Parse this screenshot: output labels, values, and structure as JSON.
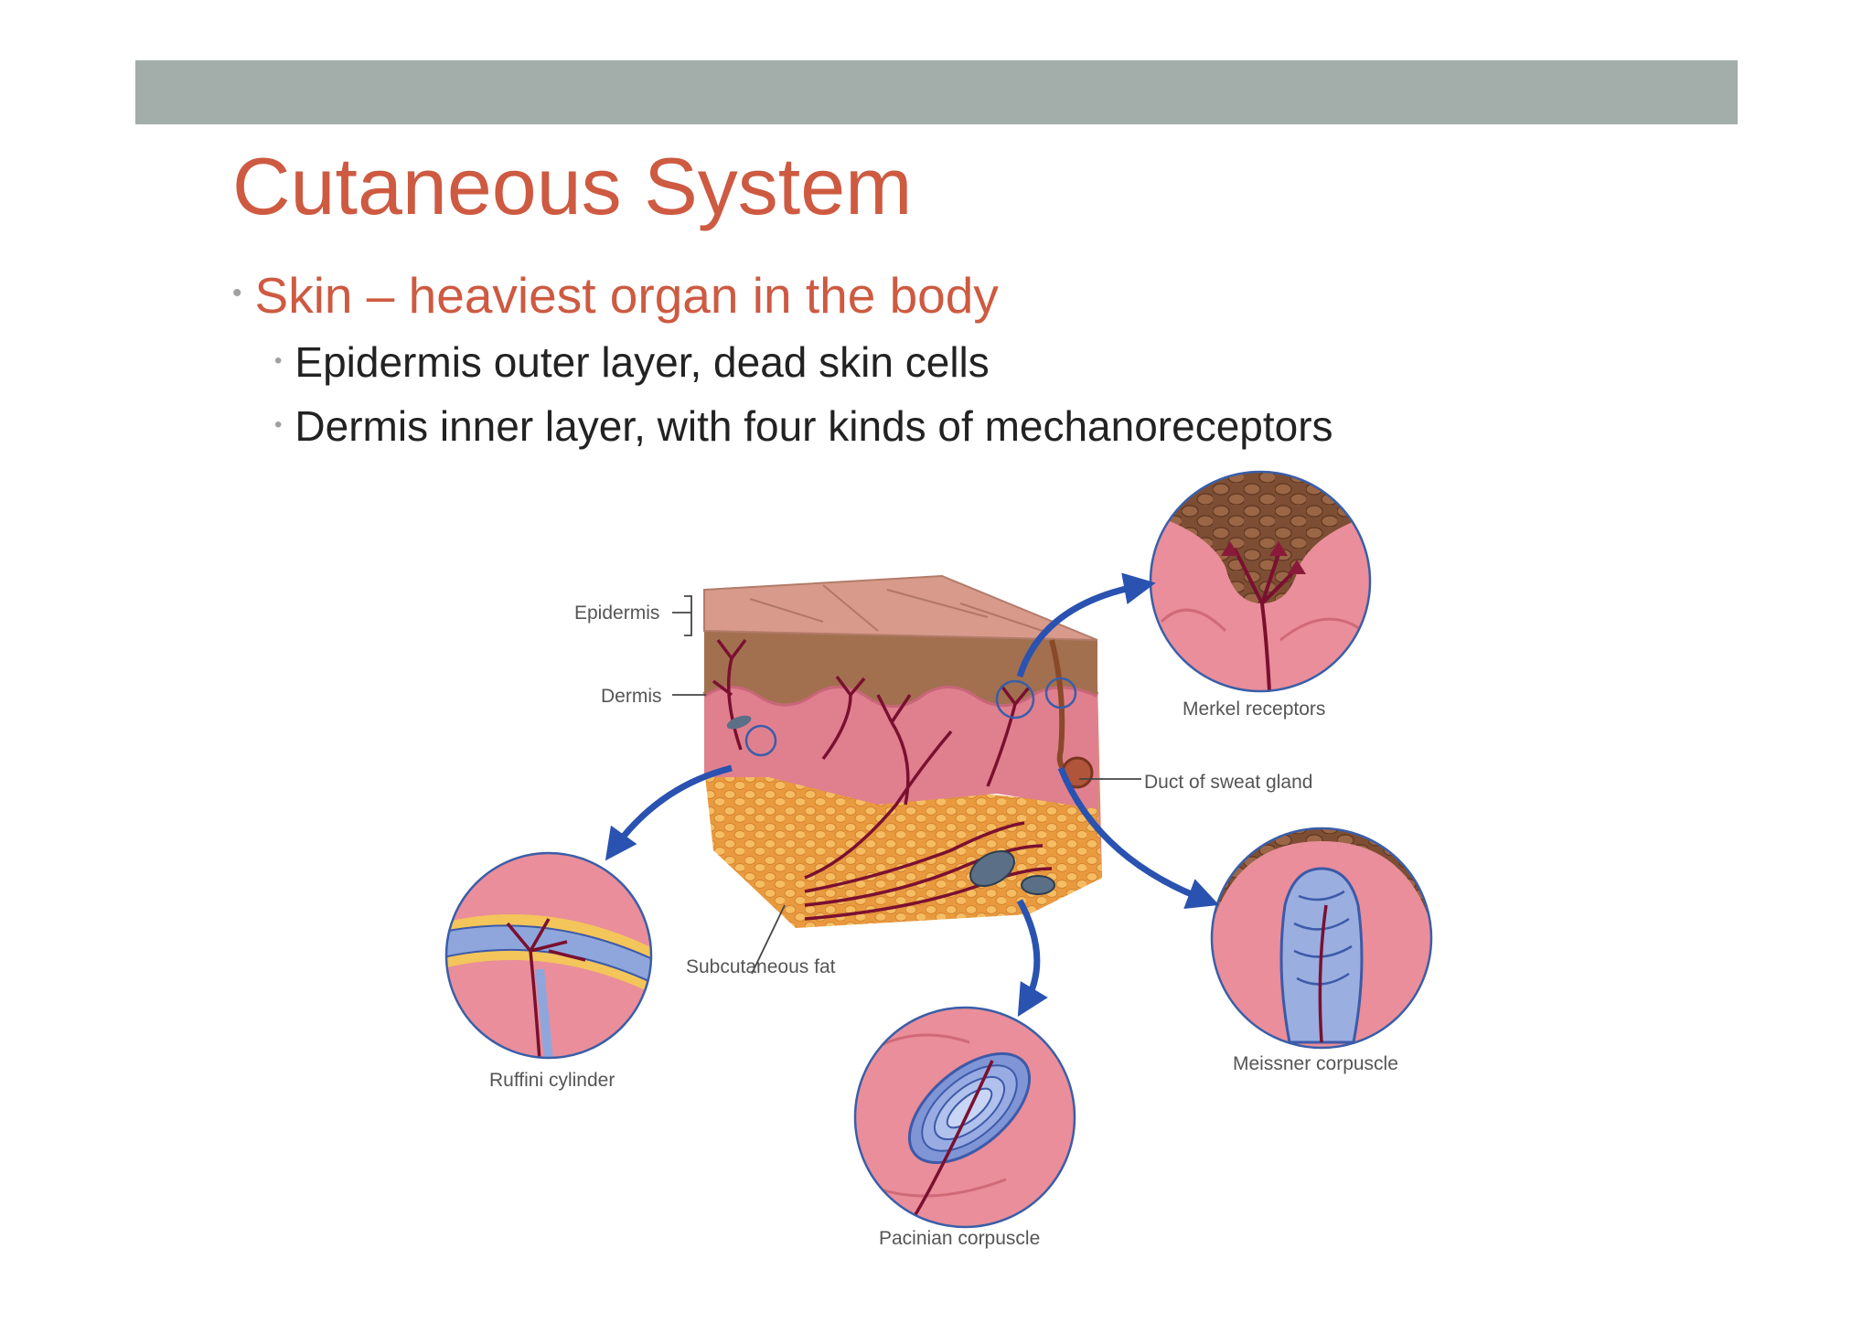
{
  "slide": {
    "title": "Cutaneous System",
    "bullets": [
      {
        "text": "Skin – heaviest organ in the body",
        "level": 1
      },
      {
        "text": "Epidermis outer layer, dead skin cells",
        "level": 2
      },
      {
        "text": "Dermis inner layer, with four kinds of mechanoreceptors",
        "level": 2
      }
    ],
    "bullet_glyph": "•"
  },
  "diagram": {
    "labels": {
      "epidermis": "Epidermis",
      "dermis": "Dermis",
      "subcutaneous_fat": "Subcutaneous fat",
      "merkel": "Merkel receptors",
      "sweat_duct": "Duct of sweat gland",
      "meissner": "Meissner corpuscle",
      "pacinian": "Pacinian corpuscle",
      "ruffini": "Ruffini cylinder"
    }
  },
  "colors": {
    "title": "#cd5a41",
    "header_bar": "#a3ada9",
    "body_text": "#222222",
    "skin_pink": "#e8909c",
    "epidermis_brown": "#8a5a3c",
    "fat_orange": "#eda64a",
    "nerve": "#7a1030",
    "arrow_blue": "#2a52b0"
  }
}
